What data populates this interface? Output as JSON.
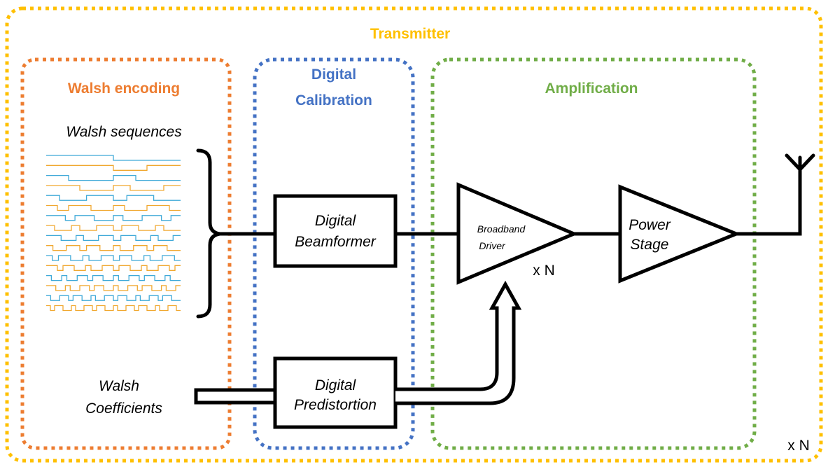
{
  "title": "Transmitter",
  "sections": {
    "walsh_encoding": "Walsh encoding",
    "digital_calibration_line1": "Digital",
    "digital_calibration_line2": "Calibration",
    "amplification": "Amplification"
  },
  "labels": {
    "walsh_sequences": "Walsh sequences",
    "walsh_coefficients_line1": "Walsh",
    "walsh_coefficients_line2": "Coefficients",
    "beamformer_line1": "Digital",
    "beamformer_line2": "Beamformer",
    "predistortion_line1": "Digital",
    "predistortion_line2": "Predistortion",
    "driver_line1": "Broadband",
    "driver_line2": "Driver",
    "power_line1": "Power",
    "power_line2": "Stage",
    "driver_multiplier": "x N",
    "system_multiplier": "x N"
  },
  "colors": {
    "transmitter": "#FFC000",
    "walsh": "#ED7D31",
    "calibration": "#4472C4",
    "amplification": "#70AD47",
    "seq_orange": "#F0A830",
    "seq_blue": "#3FA9D8",
    "ink": "#000000"
  },
  "icons": [
    "antenna-icon"
  ]
}
